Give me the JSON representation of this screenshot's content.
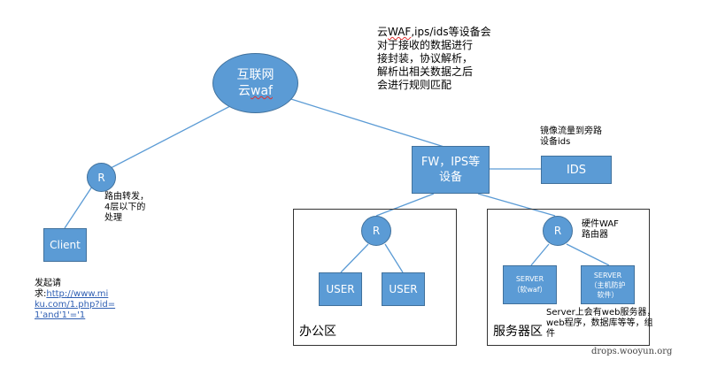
{
  "nodes": {
    "internet": {
      "line1": "互联网",
      "line2_prefix": "云",
      "line2_waf": "waf"
    },
    "router_left": {
      "label": "R"
    },
    "client": {
      "label": "Client"
    },
    "fw_ips": {
      "line1": "FW，IPS等",
      "line2": "设备"
    },
    "ids": {
      "label": "IDS"
    },
    "router_office": {
      "label": "R"
    },
    "user_1": {
      "label": "USER"
    },
    "user_2": {
      "label": "USER"
    },
    "router_server": {
      "label": "R"
    },
    "server_1": {
      "line1": "SERVER",
      "line2": "（软waf）"
    },
    "server_2": {
      "line1": "SERVER",
      "line2": "（主机防护",
      "line3": "软件）"
    }
  },
  "zones": {
    "office": {
      "label": "办公区"
    },
    "server_area": {
      "label": "服务器区"
    }
  },
  "annotations": {
    "top_note": {
      "line1_prefix": "云",
      "line1_waf": "WAF",
      "line1_rest": ",ips/ids等设备会",
      "line2": "对于接收的数据进行",
      "line3": "接封装，协议解析，",
      "line4": "解析出相关数据之后",
      "line5": "会进行规则匹配"
    },
    "mirror_note": {
      "line1": "镜像流量到旁路",
      "line2": "设备ids"
    },
    "router_note": {
      "line1": "路由转发，",
      "line2": "4层以下的",
      "line3": "处理"
    },
    "hw_waf_note": {
      "line1": "硬件WAF",
      "line2": "路由器"
    },
    "request_note": {
      "line1": "发起请",
      "line2_prefix": "求:",
      "line2_link": "http://www.mi",
      "line3": "ku.com/1.php?id=",
      "line4": "1'and'1'='1"
    },
    "server_note": {
      "line1": "Server上会有web服务器，",
      "line2": "web程序，数据库等等，组",
      "line3": "件"
    }
  },
  "watermark": "drops.wooyun.org",
  "colors": {
    "node_fill": "#5b9bd5",
    "node_border": "#41719c",
    "line": "#5b9bd5",
    "link": "#2f5fb3"
  }
}
